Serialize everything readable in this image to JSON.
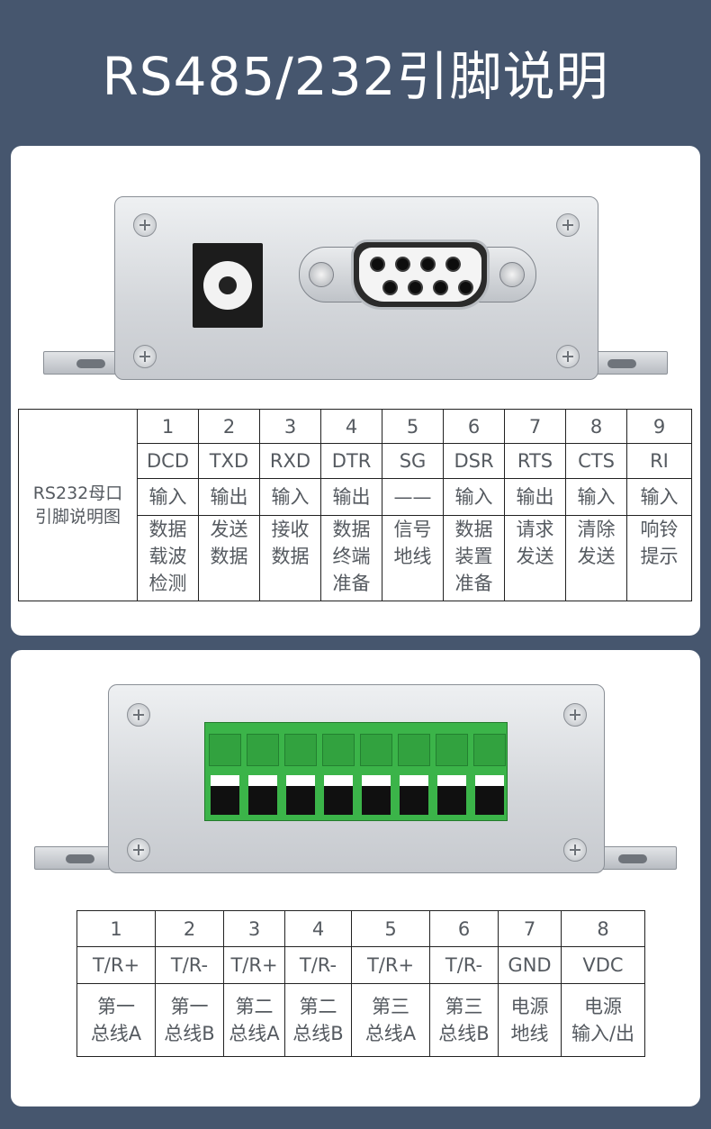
{
  "title": "RS485/232引脚说明",
  "rs232": {
    "label": "RS232母口\n引脚说明图",
    "pins": [
      {
        "num": "1",
        "name": "DCD",
        "dir": "输入",
        "desc": "数据\n载波\n检测"
      },
      {
        "num": "2",
        "name": "TXD",
        "dir": "输出",
        "desc": "发送\n数据"
      },
      {
        "num": "3",
        "name": "RXD",
        "dir": "输入",
        "desc": "接收\n数据"
      },
      {
        "num": "4",
        "name": "DTR",
        "dir": "输出",
        "desc": "数据\n终端\n准备"
      },
      {
        "num": "5",
        "name": "SG",
        "dir": "——",
        "desc": "信号\n地线"
      },
      {
        "num": "6",
        "name": "DSR",
        "dir": "输入",
        "desc": "数据\n装置\n准备"
      },
      {
        "num": "7",
        "name": "RTS",
        "dir": "输出",
        "desc": "请求\n发送"
      },
      {
        "num": "8",
        "name": "CTS",
        "dir": "输入",
        "desc": "清除\n发送"
      },
      {
        "num": "9",
        "name": "RI",
        "dir": "输入",
        "desc": "响铃\n提示"
      }
    ]
  },
  "rs485": {
    "pins": [
      {
        "num": "1",
        "name": "T/R+",
        "desc": "第一\n总线A"
      },
      {
        "num": "2",
        "name": "T/R-",
        "desc": "第一\n总线B"
      },
      {
        "num": "3",
        "name": "T/R+",
        "desc": "第二\n总线A"
      },
      {
        "num": "4",
        "name": "T/R-",
        "desc": "第二\n总线B"
      },
      {
        "num": "5",
        "name": "T/R+",
        "desc": "第三\n总线A"
      },
      {
        "num": "6",
        "name": "T/R-",
        "desc": "第三\n总线B"
      },
      {
        "num": "7",
        "name": "GND",
        "desc": "电源\n地线"
      },
      {
        "num": "8",
        "name": "VDC",
        "desc": "电源\n输入/出"
      }
    ]
  },
  "colors": {
    "background": "#46566e",
    "terminal_green": "#3bb449",
    "text": "#555a60"
  }
}
